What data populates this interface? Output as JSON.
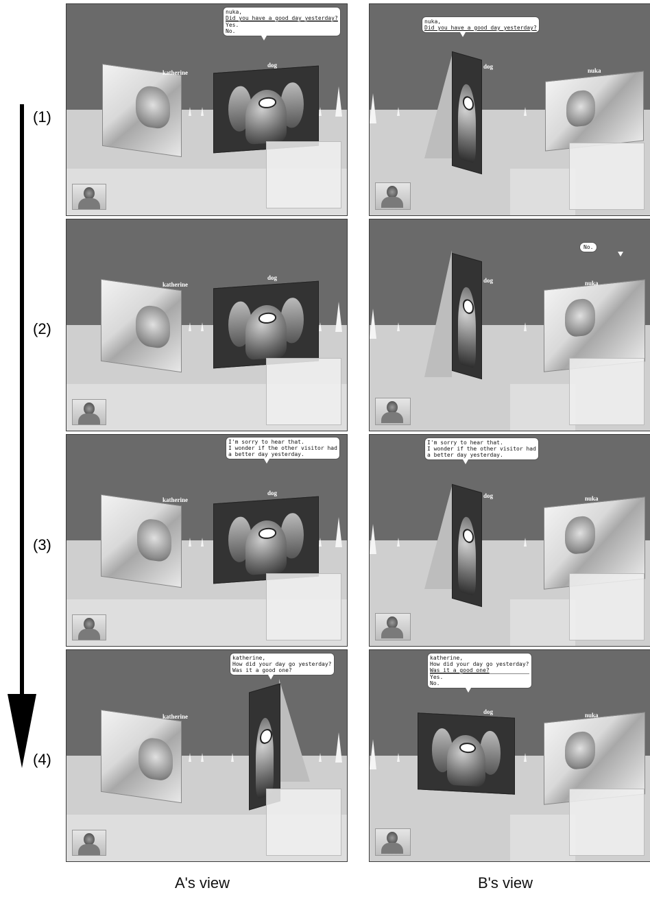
{
  "steps": [
    "(1)",
    "(2)",
    "(3)",
    "(4)"
  ],
  "columns": {
    "a": "A's view",
    "b": "B's view"
  },
  "names": {
    "katherine": "katherine",
    "dog": "dog",
    "nuka": "nuka"
  },
  "bubbles": {
    "a1": {
      "lines": [
        "nuka,"
      ],
      "underlined": "Did you have a good day yesterday?",
      "options": [
        "Yes.",
        "No."
      ]
    },
    "b1": {
      "lines": [
        "nuka,"
      ],
      "underlined": "Did you have a good day yesterday?",
      "options": []
    },
    "b2": {
      "lines": [
        "No."
      ]
    },
    "a3": {
      "lines": [
        "I'm sorry to hear that.",
        "I wonder if the other visitor had",
        "a better day yesterday."
      ]
    },
    "b3": {
      "lines": [
        "I'm sorry to hear that.",
        "I wonder if the other visitor had",
        "a better day yesterday."
      ]
    },
    "a4": {
      "lines": [
        "katherine,",
        "How did your day go yesterday?",
        "Was it a good one?"
      ]
    },
    "b4": {
      "lines": [
        "katherine,",
        "How did your day go yesterday?"
      ],
      "underlined": "Was it a good one?",
      "options": [
        "Yes.",
        "No."
      ]
    }
  },
  "colors": {
    "sky": "#6a6a6a",
    "floor": "#cfcfcf",
    "arrow": "#000000"
  },
  "icons": {
    "dog_avatar": "dog-robot-icon",
    "user_thumbnail": "user-thumbnail-icon"
  }
}
